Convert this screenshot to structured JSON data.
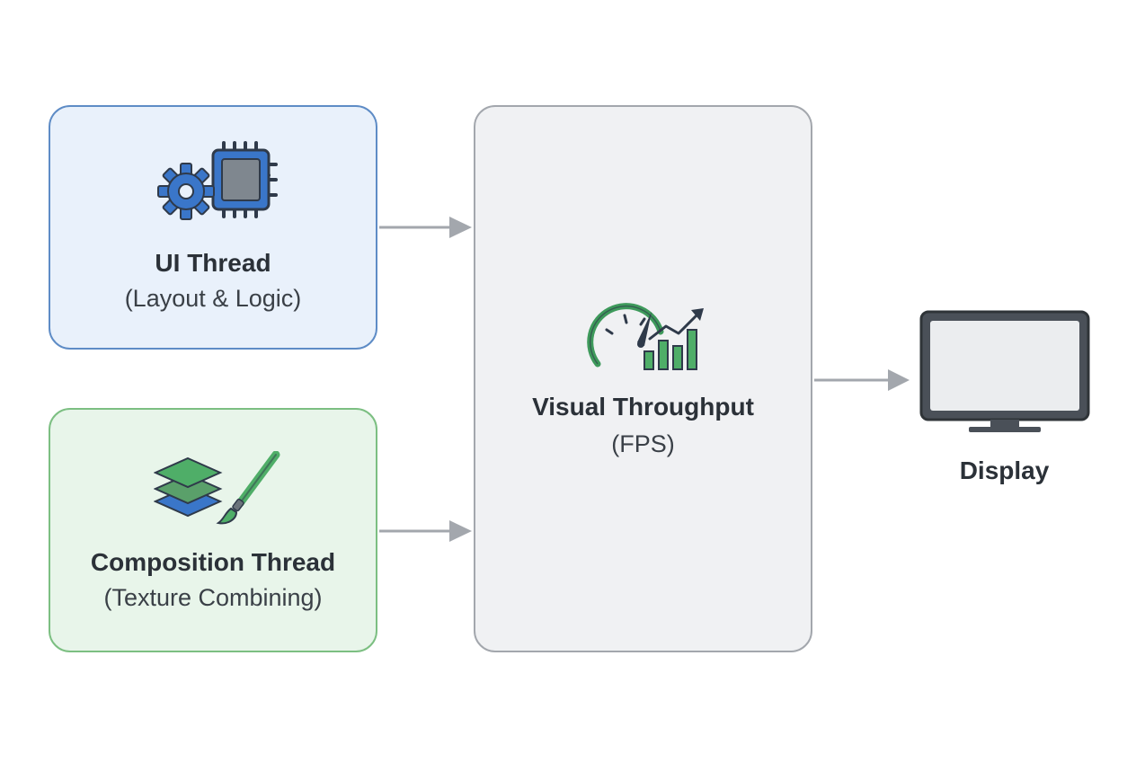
{
  "nodes": {
    "ui_thread": {
      "title": "UI Thread",
      "subtitle": "(Layout & Logic)",
      "icon": "gear-chip-icon"
    },
    "composition_thread": {
      "title": "Composition Thread",
      "subtitle": "(Texture Combining)",
      "icon": "layers-brush-icon"
    },
    "visual_throughput": {
      "title": "Visual Throughput",
      "subtitle": "(FPS)",
      "icon": "speedometer-chart-icon"
    },
    "display": {
      "label": "Display",
      "icon": "monitor-icon"
    }
  },
  "edges": [
    {
      "from": "ui_thread",
      "to": "visual_throughput"
    },
    {
      "from": "composition_thread",
      "to": "visual_throughput"
    },
    {
      "from": "visual_throughput",
      "to": "display"
    }
  ],
  "colors": {
    "ui_border": "#5e8cc6",
    "ui_fill": "#e9f1fb",
    "composition_border": "#7cbf82",
    "composition_fill": "#e8f5ea",
    "throughput_border": "#a3a7ad",
    "throughput_fill": "#f0f1f3",
    "arrow": "#a3a7ad",
    "accent_green": "#3e9a5b",
    "accent_blue": "#3a76c9"
  }
}
